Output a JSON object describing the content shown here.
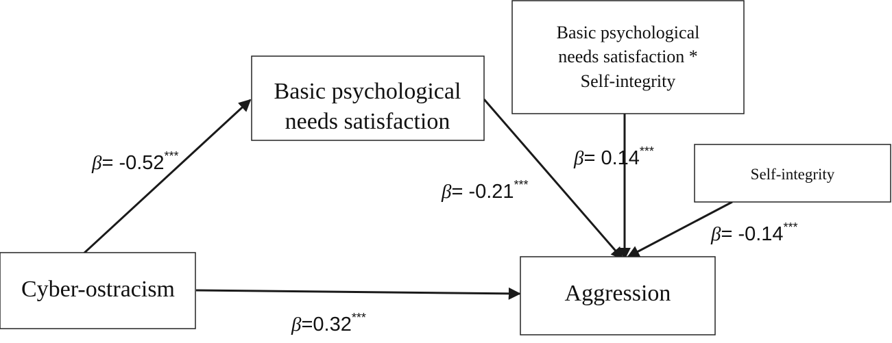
{
  "nodes": {
    "cyber": {
      "lines": [
        "Cyber-ostracism"
      ]
    },
    "needs": {
      "lines": [
        "Basic psychological",
        "needs satisfaction"
      ]
    },
    "interaction": {
      "lines": [
        "Basic psychological",
        "needs satisfaction *",
        "Self-integrity"
      ]
    },
    "self_integrity": {
      "lines": [
        "Self-integrity"
      ]
    },
    "aggression": {
      "lines": [
        "Aggression"
      ]
    }
  },
  "paths": {
    "cyber_to_needs": {
      "symbol": "β",
      "text": "= -0.52",
      "stars": "***"
    },
    "needs_to_aggression": {
      "symbol": "β",
      "text": "= -0.21",
      "stars": "***"
    },
    "interaction_to_aggression": {
      "symbol": "β",
      "text": "= 0.14",
      "stars": "***"
    },
    "self_integrity_to_aggression": {
      "symbol": "β",
      "text": "= -0.14",
      "stars": "***"
    },
    "cyber_to_aggression": {
      "symbol": "β",
      "text": "=0.32",
      "stars": "***"
    }
  },
  "colors": {
    "stroke": "#1a1a1a",
    "text": "#111111",
    "background": "#ffffff"
  }
}
